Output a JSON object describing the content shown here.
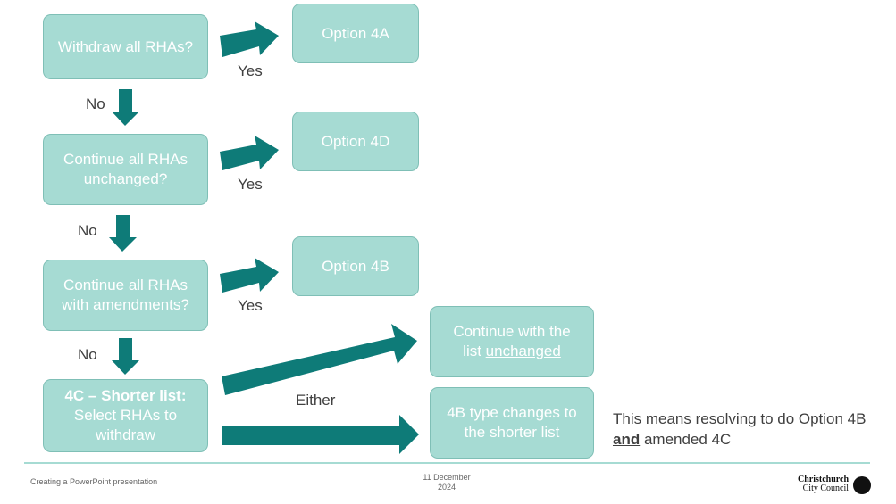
{
  "boxes": {
    "q1": "Withdraw all RHAs?",
    "q2_line1": "Continue all RHAs",
    "q2_line2": "unchanged?",
    "q3_line1": "Continue all RHAs",
    "q3_line2": "with amendments?",
    "q4_bold": "4C – Shorter list:",
    "q4_line2": "Select RHAs to",
    "q4_line3": "withdraw",
    "opt_4a": "Option 4A",
    "opt_4d": "Option 4D",
    "opt_4b": "Option 4B",
    "cont_line1": "Continue with the",
    "cont_line2_prefix": "list ",
    "cont_line2_underline": "unchanged",
    "change_line1": "4B type changes to",
    "change_line2": "the shorter list"
  },
  "labels": {
    "yes": "Yes",
    "no": "No",
    "either": "Either"
  },
  "note": {
    "part1": "This means resolving to do Option 4B ",
    "bold_underline": "and",
    "part2": " amended 4C"
  },
  "footer": {
    "title": "Creating a PowerPoint presentation",
    "date_line1": "11 December",
    "date_line2": "2024",
    "logo_line1": "Christchurch",
    "logo_line2": "City Council"
  },
  "colors": {
    "box_fill": "#a6dbd3",
    "arrow": "#0e7b78",
    "text": "#404040"
  }
}
